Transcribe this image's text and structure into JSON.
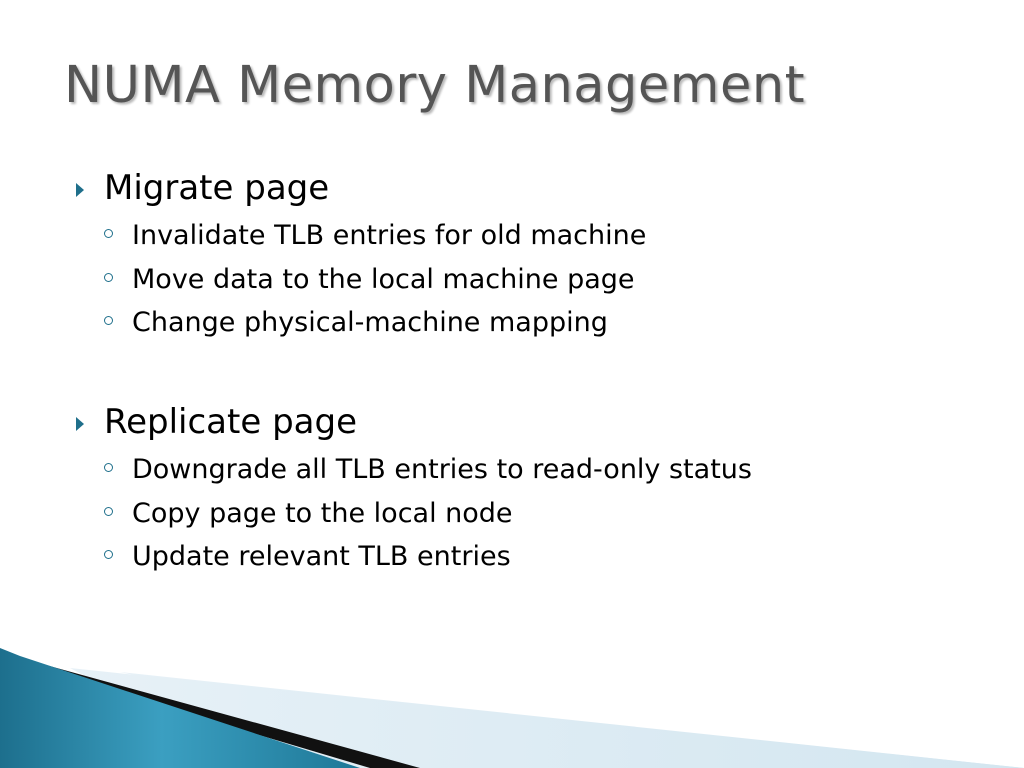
{
  "slide": {
    "title": "NUMA Memory Management",
    "bullets": [
      {
        "text": "Migrate page",
        "subitems": [
          "Invalidate TLB entries for old machine",
          "Move data to the local machine page",
          "Change physical-machine mapping"
        ]
      },
      {
        "text": "Replicate page",
        "subitems": [
          "Downgrade all TLB entries to read-only status",
          "Copy page to the local node",
          "Update relevant TLB entries"
        ]
      }
    ]
  },
  "theme": {
    "title_color": "#555555",
    "text_color": "#000000",
    "accent_color": "#1f6f8b",
    "footer_light_blue": "#d7e8f1",
    "footer_dark": "#111111",
    "footer_teal": "#1f7895"
  }
}
